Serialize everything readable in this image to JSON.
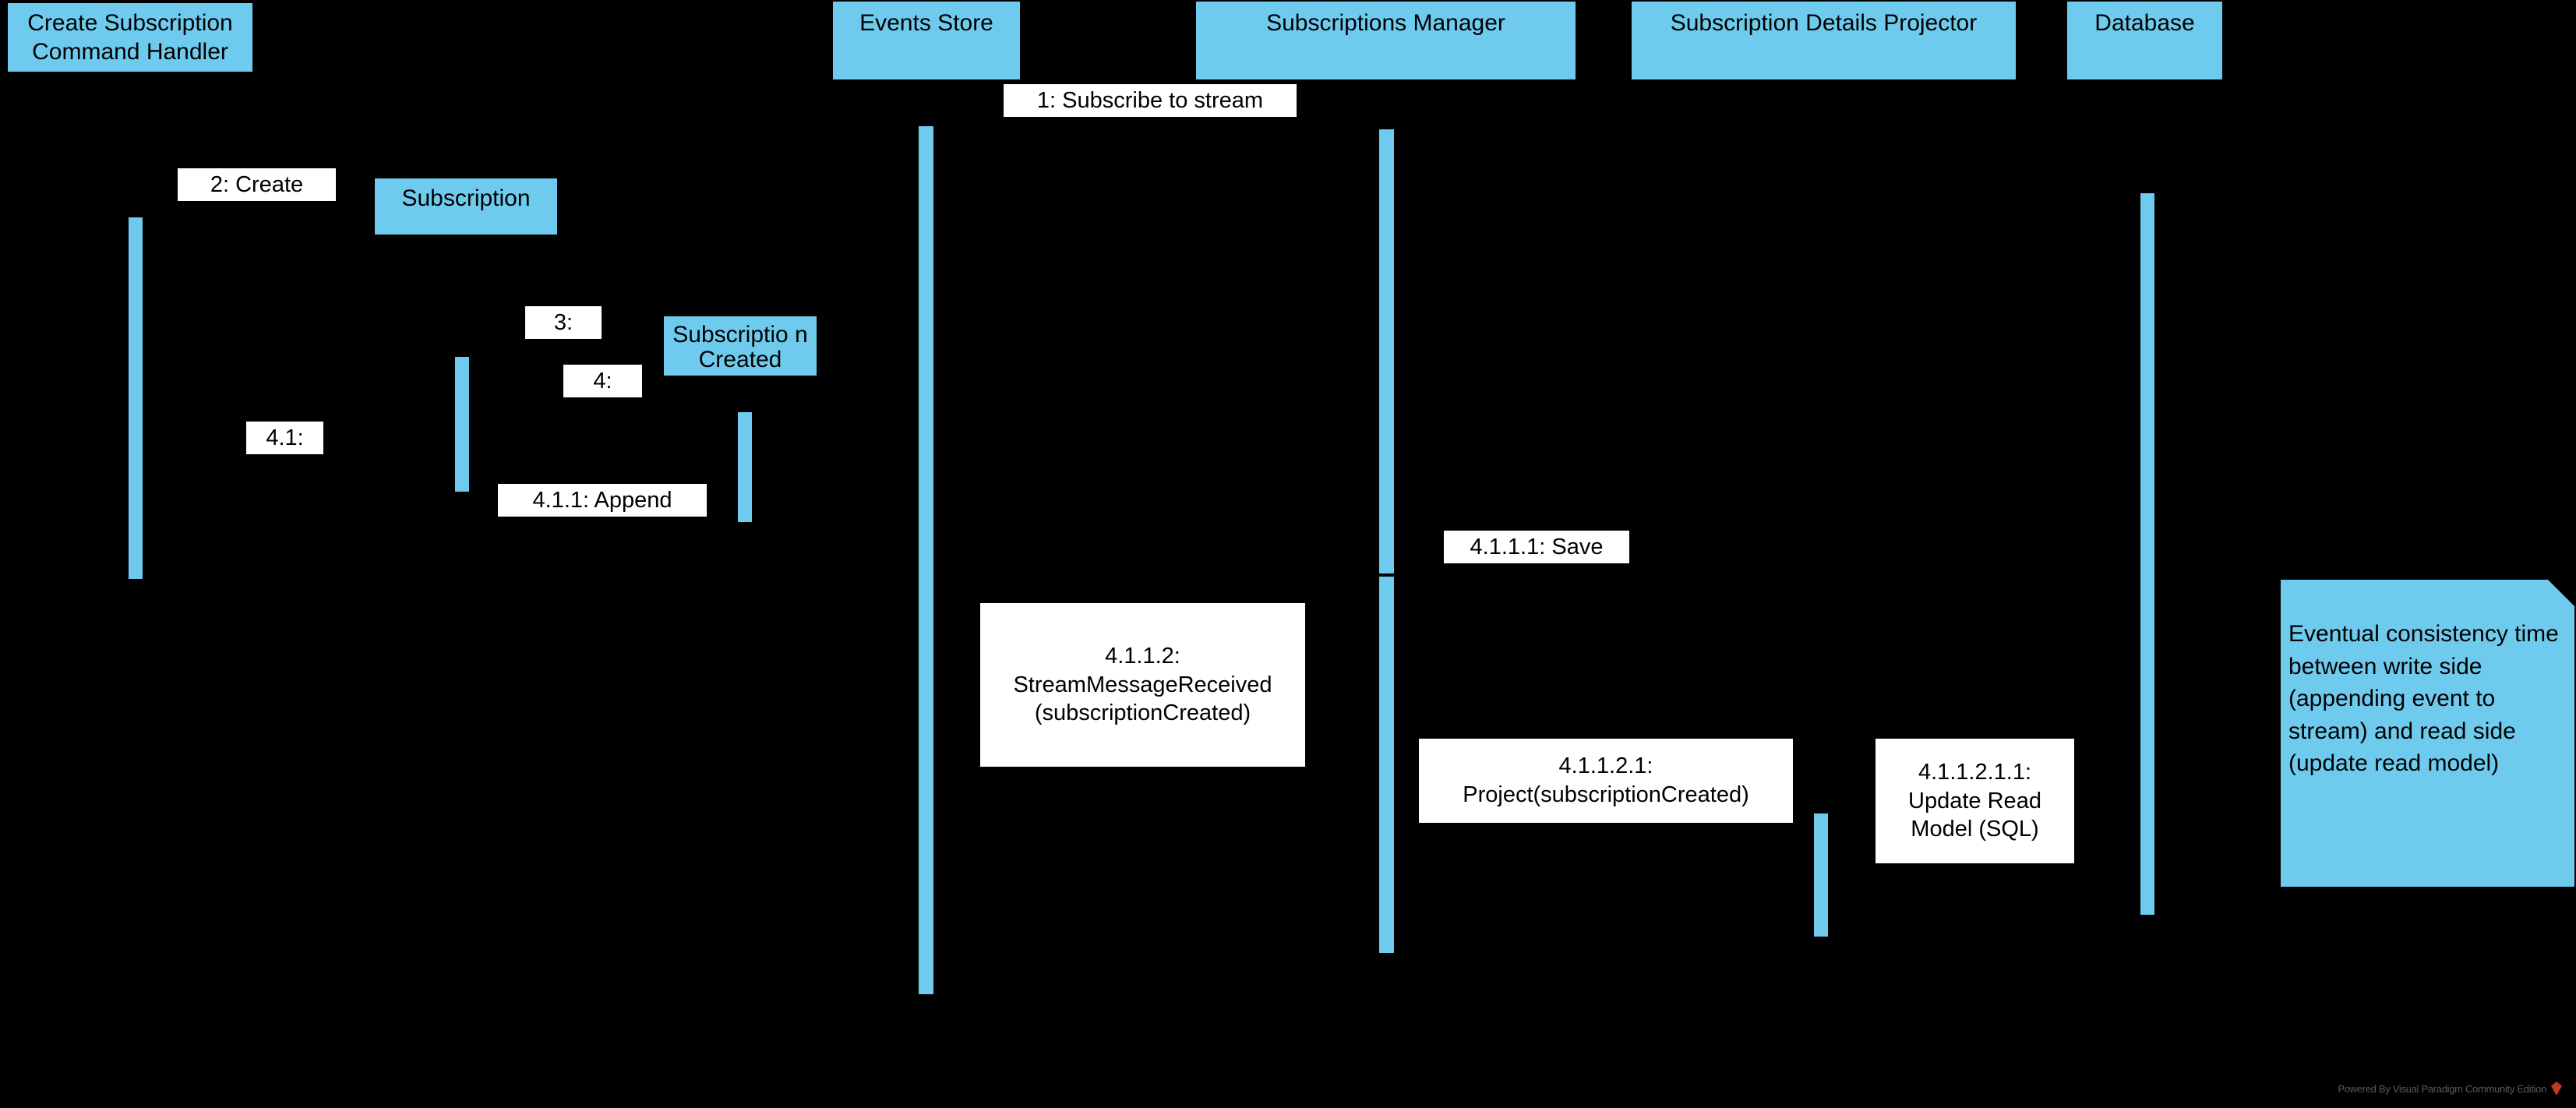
{
  "diagram": {
    "type": "uml-sequence-diagram",
    "background_color": "#000000",
    "accent_color": "#6FCBEE",
    "label_background": "#FFFFFF",
    "text_color": "#000000"
  },
  "lifelines": [
    {
      "id": "create-subscription-command-handler",
      "label": "Create Subscription Command Handler"
    },
    {
      "id": "events-store",
      "label": "Events Store"
    },
    {
      "id": "subscriptions-manager",
      "label": "Subscriptions Manager"
    },
    {
      "id": "subscription-details-projector",
      "label": "Subscription Details Projector"
    },
    {
      "id": "database",
      "label": "Database"
    }
  ],
  "created_objects": [
    {
      "id": "subscription",
      "label": "Subscription"
    },
    {
      "id": "subscription-created",
      "label": "Subscriptio n Created"
    }
  ],
  "messages": [
    {
      "id": "m1",
      "label": "1: Subscribe to stream"
    },
    {
      "id": "m2",
      "label": "2: Create"
    },
    {
      "id": "m3",
      "label": "3:"
    },
    {
      "id": "m4",
      "label": "4:"
    },
    {
      "id": "m41",
      "label": "4.1:"
    },
    {
      "id": "m411",
      "label": "4.1.1: Append"
    },
    {
      "id": "m4111",
      "label": "4.1.1.1: Save"
    },
    {
      "id": "m4112",
      "label": "4.1.1.2:\nStreamMessageReceived\n(subscriptionCreated)"
    },
    {
      "id": "m41121",
      "label": "4.1.1.2.1:\nProject(subscriptionCreated)"
    },
    {
      "id": "m411211",
      "label": "4.1.1.2.1.1:\nUpdate Read\nModel (SQL)"
    }
  ],
  "note": {
    "id": "eventual-consistency-note",
    "text": "Eventual consistency time between write side (appending event to stream) and read side (update read model)"
  },
  "watermark": {
    "text": "Powered By Visual Paradigm Community Edition"
  }
}
